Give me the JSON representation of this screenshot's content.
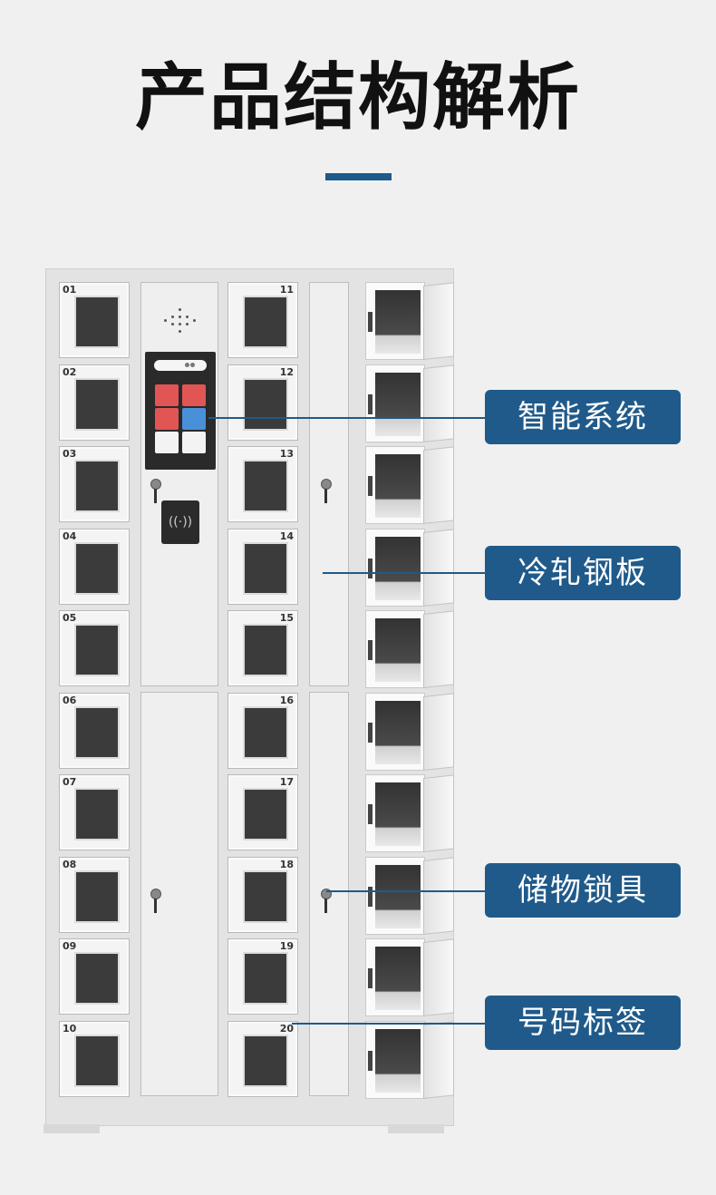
{
  "header": {
    "title": "产品结构解析"
  },
  "locker": {
    "left_numbers": [
      "01",
      "02",
      "03",
      "04",
      "05",
      "06",
      "07",
      "08",
      "09",
      "10"
    ],
    "right_numbers": [
      "11",
      "12",
      "13",
      "14",
      "15",
      "16",
      "17",
      "18",
      "19",
      "20"
    ]
  },
  "callouts": [
    {
      "label": "智能系统"
    },
    {
      "label": "冷轧钢板"
    },
    {
      "label": "储物锁具"
    },
    {
      "label": "号码标签"
    }
  ],
  "colors": {
    "accent": "#1f5a8a",
    "window": "#3b3b3b",
    "tile_red": "#e25555",
    "tile_blue": "#4a90d9"
  }
}
